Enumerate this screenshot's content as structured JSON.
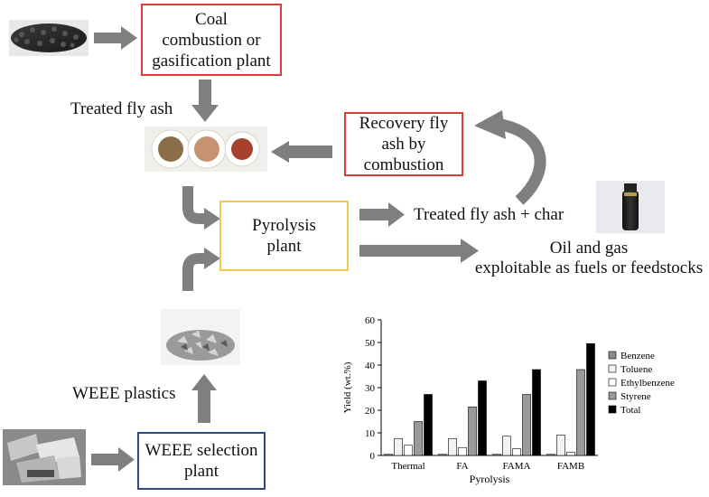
{
  "boxes": {
    "coal_plant": "Coal\ncombustion or\ngasification plant",
    "recovery": "Recovery fly\nash by\ncombustion",
    "pyrolysis": "Pyrolysis\nplant",
    "weee_selection": "WEEE selection\nplant"
  },
  "labels": {
    "treated_fly_ash": "Treated fly ash",
    "treated_fly_ash_char": "Treated fly ash + char",
    "oil_and_gas": "Oil and gas\nexploitable as fuels or feedstocks",
    "weee_plastics": "WEEE plastics"
  },
  "colors": {
    "arrow": "#7f7f7f",
    "red_box": "#d93a3a",
    "yellow_box": "#f2c94c",
    "blue_box": "#2c4a86"
  },
  "chart_data": {
    "type": "bar",
    "xlabel": "Pyrolysis",
    "ylabel": "Yield (wt.%)",
    "ylim": [
      0,
      60
    ],
    "yticks": [
      0,
      10,
      20,
      30,
      40,
      50,
      60
    ],
    "categories": [
      "Thermal",
      "FA",
      "FAMA",
      "FAMB"
    ],
    "legend_position": "right",
    "series": [
      {
        "name": "Benzene",
        "color": "#8c8c8c",
        "values": [
          0.5,
          0.5,
          0.5,
          0.5
        ]
      },
      {
        "name": "Toluene",
        "color": "#f2f2f2",
        "values": [
          7.5,
          7.5,
          8.5,
          9
        ]
      },
      {
        "name": "Ethylbenzene",
        "color": "#ffffff",
        "values": [
          4.5,
          3.5,
          3,
          1.5
        ]
      },
      {
        "name": "Styrene",
        "color": "#9a9a9a",
        "values": [
          15,
          21.5,
          27,
          38
        ]
      },
      {
        "name": "Total",
        "color": "#000000",
        "values": [
          27,
          33,
          38,
          49.5
        ]
      }
    ]
  }
}
